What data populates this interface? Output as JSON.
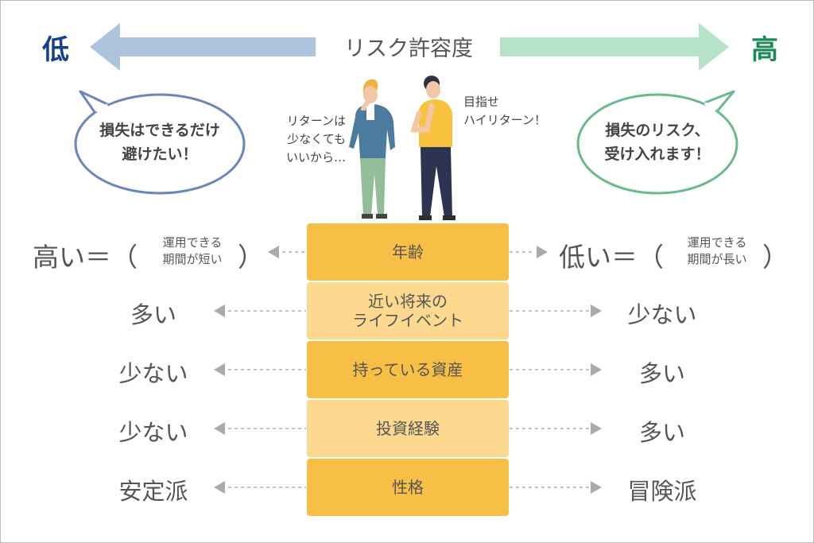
{
  "header": {
    "low_label": "低",
    "high_label": "高",
    "title": "リスク許容度"
  },
  "colors": {
    "low_blue": "#173f8a",
    "high_green": "#1c8a58",
    "arrow_blue": "#aec3de",
    "arrow_green": "#b6e2c8",
    "box_dark": "#f7bf46",
    "box_light": "#fcd98f"
  },
  "bubbles": {
    "left": [
      "損失はできるだけ",
      "避けたい！"
    ],
    "right": [
      "損失のリスク、",
      "受け入れます！"
    ]
  },
  "quotes": {
    "left": [
      "リターンは",
      "少なくても",
      "いいから…"
    ],
    "right": [
      "目指せ",
      "ハイリターン！"
    ]
  },
  "rows": [
    {
      "factor": [
        "年齢"
      ],
      "left": "高い＝（",
      "left_note": [
        "運用できる",
        "期間が短い"
      ],
      "right": "低い＝（",
      "right_note": [
        "運用できる",
        "期間が長い"
      ]
    },
    {
      "factor": [
        "近い将来の",
        "ライフイベント"
      ],
      "left": "多い",
      "right": "少ない"
    },
    {
      "factor": [
        "持っている資産"
      ],
      "left": "少ない",
      "right": "多い"
    },
    {
      "factor": [
        "投資経験"
      ],
      "left": "少ない",
      "right": "多い"
    },
    {
      "factor": [
        "性格"
      ],
      "left": "安定派",
      "right": "冒険派"
    }
  ],
  "close_paren": "）"
}
